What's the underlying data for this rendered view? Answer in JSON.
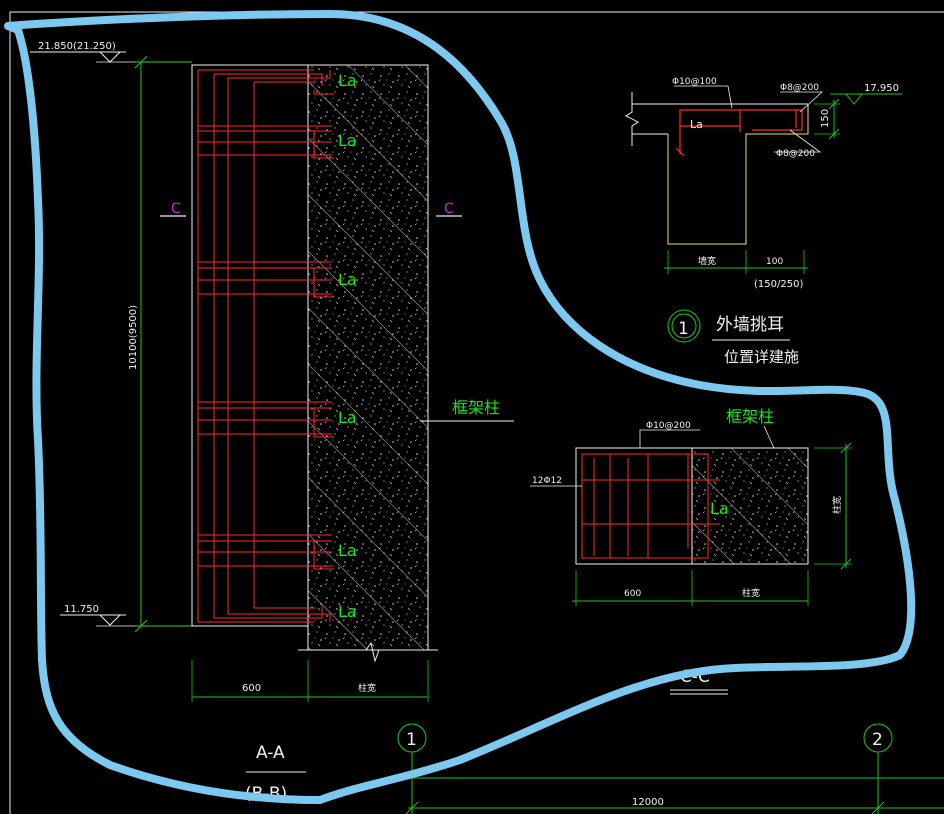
{
  "colors": {
    "background": "#000000",
    "rebar": "#ff2a2a",
    "dimension": "#19c819",
    "outline": "#f0f0f0",
    "leader": "#ffffff",
    "section_mark": "#d81ed8",
    "ledge": "#e8e85a",
    "annotation_text": "#19e619",
    "highlight_stroke": "#7cc8ee",
    "hatch": "#dcdcdc"
  },
  "section_aa": {
    "top_elevation": "21.850(21.250)",
    "bottom_elevation": "11.750",
    "height_dim": "10100(9500)",
    "cut_mark_left": "C",
    "cut_mark_right": "C",
    "anchor_labels": [
      "La",
      "La",
      "La",
      "La",
      "La",
      "La"
    ],
    "column_label": "框架柱",
    "width_dim_left": "600",
    "width_dim_right": "柱宽",
    "title": "A-A",
    "subtitle": "(B-B)"
  },
  "detail_1": {
    "rebar_top": "Φ10@100",
    "rebar_right_top": "Φ8@200",
    "rebar_right_bottom": "Φ8@200",
    "anchor_label": "La",
    "elevation": "17.950",
    "height_dim": "150",
    "width_dim_left": "墙宽",
    "width_dim_right": "100",
    "width_dim_note": "(150/250)",
    "callout_number": "1",
    "callout_title": "外墙挑耳",
    "callout_subtitle": "位置详建施"
  },
  "section_cc": {
    "column_label": "框架柱",
    "rebar_top": "Φ10@200",
    "rebar_left": "12Φ12",
    "anchor_label": "La",
    "height_dim": "柱宽",
    "width_dim_left": "600",
    "width_dim_right": "柱宽",
    "title": "C-C"
  },
  "grid_axes": {
    "axis_1": "1",
    "axis_2": "2",
    "span_dim": "12000"
  }
}
